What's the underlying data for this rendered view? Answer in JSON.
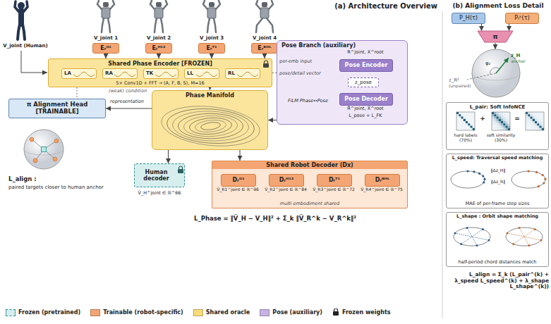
{
  "diagram": {
    "nodes": [
      {
        "text": [
          "Eᵣᴳ¹"
        ]
      },
      {
        "text": [
          "Eᵣᴴ¹²"
        ]
      },
      {
        "text": [
          "Eᵣᵀ¹"
        ]
      },
      {
        "text": [
          "Eᵣᴮᴴᴸ"
        ]
      },
      {
        "text": [
          "Shared Phase Encoder [FROZEN]",
          "5× Conv1D + FFT → (A, F, B, S), M=16"
        ]
      },
      {
        "text": [
          "LA"
        ],
        "in": 4
      },
      {
        "text": [
          "RA"
        ],
        "in": 4
      },
      {
        "text": [
          "TK"
        ],
        "in": 4
      },
      {
        "text": [
          "LL"
        ],
        "in": 4
      },
      {
        "text": [
          "RL"
        ],
        "in": 4
      },
      {
        "text": [
          "Pose Branch (auxiliary)"
        ]
      },
      {
        "text": [
          "Pose Encoder"
        ],
        "in": 10
      },
      {
        "text": [
          "z_pose"
        ],
        "in": 10
      },
      {
        "text": [
          "Pose Decoder"
        ],
        "in": 10
      },
      {
        "text": [
          "π Alignment Head [TRAINABLE]"
        ]
      },
      {
        "text": [
          "Phase Manifold"
        ]
      },
      {
        "text": [
          "Human decoder"
        ]
      },
      {
        "text": [
          "Shared Robot Decoder (Dx)",
          "multi embodiment shared"
        ]
      },
      {
        "text": [
          "Dᵣᴳ¹"
        ],
        "in": 17
      },
      {
        "text": [
          "Dᵣᴴ¹²"
        ],
        "in": 17
      },
      {
        "text": [
          "Dᵣᵀ¹"
        ],
        "in": 17
      },
      {
        "text": [
          "Dᵣᴮᴴᴸ"
        ],
        "in": 17
      },
      {
        "text": [
          "P_H(τ)"
        ]
      },
      {
        "text": [
          "Pᵣᵏ(τ)"
        ]
      },
      {
        "text": [
          "π"
        ]
      },
      {
        "text": [
          "L_pair: Soft InfoNCE",
          "hard labels (70%)",
          "soft similarity (30%)"
        ]
      },
      {
        "text": [
          "L_speed: Traversal speed matching",
          "MAE of per-frame step sizes"
        ]
      },
      {
        "text": [
          "L_shape : Orbit shape matching",
          "half-period chord distances match"
        ]
      }
    ],
    "edges": [
      {
        "from": 0,
        "to": 4,
        "arrow": "to"
      },
      {
        "from": 1,
        "to": 4,
        "arrow": "to"
      },
      {
        "from": 2,
        "to": 4,
        "arrow": "to"
      },
      {
        "from": 3,
        "to": 4,
        "arrow": "to"
      },
      {
        "from": 4,
        "to": 15,
        "arrow": "to"
      },
      {
        "from": 4,
        "to": 14,
        "arrow": "none"
      },
      {
        "from": 4,
        "to": 10,
        "arrow": "none"
      },
      {
        "from": 15,
        "to": 14,
        "arrow": "to",
        "label": "representation"
      },
      {
        "from": 15,
        "to": 12,
        "arrow": "both",
        "label": "FiLM Phase↔Pose"
      },
      {
        "from": 15,
        "to": 16,
        "arrow": "to"
      },
      {
        "from": 15,
        "to": 17,
        "arrow": "to"
      },
      {
        "from": 11,
        "to": 12,
        "arrow": "to"
      },
      {
        "from": 12,
        "to": 13,
        "arrow": "to"
      },
      {
        "from": 22,
        "to": 24,
        "arrow": "to"
      },
      {
        "from": 23,
        "to": 24,
        "arrow": "to"
      }
    ],
    "labels": [
      "(a) Architecture Overview",
      "(b) Alignment Loss Detail",
      "V_joint (Human)",
      "V_joint 1",
      "V_joint 2",
      "V_joint 3",
      "V_joint 4",
      "(weak) condition",
      "per-emb input",
      "R^joint, X^root",
      "pose/detail vector",
      "R̂^joint, X̂^root",
      "L_pose + L_FK",
      "L_align :",
      "paired targets closer to human anchor",
      "V̂_H^joint ∈ ℝ^66",
      "V̂_R1^joint ∈ ℝ^96",
      "V̂_R2^joint ∈ ℝ^84",
      "V̂_R3^joint ∈ ℝ^72",
      "V̂_R4^joint ∈ ℝ^75",
      "L_Phase = ‖V̂_H − V_H‖² + Σ_k ‖V̂_R^k − V_R^k‖²",
      "z_H",
      "anchor",
      "φ₂",
      "z_R²",
      "(unpaired)",
      "+",
      "=",
      "‖Δz_H‖",
      "‖Δz_R‖",
      "L_align = Σ_k (L_pair^(k) + λ_speed L_speed^(k) + λ_shape L_shape^(k))"
    ],
    "legend": [
      {
        "text": "Frozen (pretrained)",
        "color": "#d6eeee"
      },
      {
        "text": "Trainable (robot-specific)",
        "color": "#f4a574"
      },
      {
        "text": "Shared oracle",
        "color": "#f8dc7c"
      },
      {
        "text": "Pose (auxiliary)",
        "color": "#c6b3e3"
      },
      {
        "text": "Frozen weights"
      }
    ]
  }
}
